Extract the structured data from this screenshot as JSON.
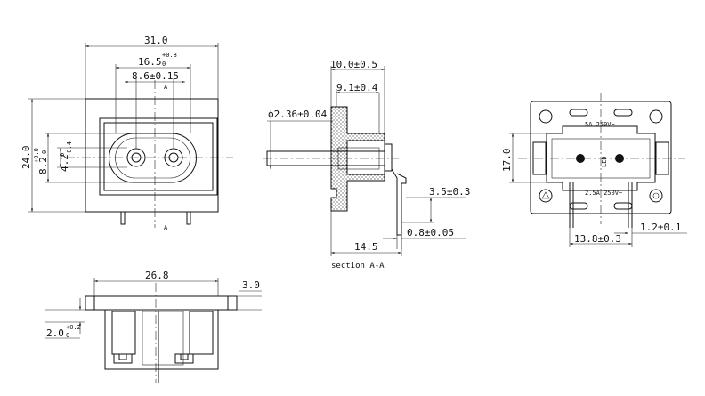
{
  "front_view": {
    "width": "31.0",
    "inner_width": "16.5",
    "inner_width_tol_top": "+0.8",
    "inner_width_tol_bot": "0",
    "pin_pitch": "8.6±0.15",
    "height": "24.0",
    "inner_height": "8.2",
    "inner_height_tol_top": "+0.8",
    "inner_height_tol_bot": "0",
    "slot_height": "4.2",
    "slot_height_tol_top": "0",
    "slot_height_tol_bot": "-0.4",
    "section_mark": "A"
  },
  "section_view": {
    "depth": "10.0±0.5",
    "flange_depth": "9.1±0.4",
    "pin_diameter": "ϕ2.36±0.04",
    "pin_offset": "3.5±0.3",
    "overall_length": "14.5",
    "tab_thickness": "0.8±0.05",
    "caption": "section A-A"
  },
  "rear_view": {
    "height": "17.0",
    "terminal_pitch": "13.8±0.3",
    "terminal_width": "1.2±0.1",
    "rating_top": "5A 250V~",
    "rating_bottom": "2.5A 250V~",
    "marking_vertical": "LED"
  },
  "bottom_view": {
    "width": "26.8",
    "panel_thickness": "3.0",
    "clip": "2.0",
    "clip_tol_top": "+0.2",
    "clip_tol_bot": "0"
  }
}
